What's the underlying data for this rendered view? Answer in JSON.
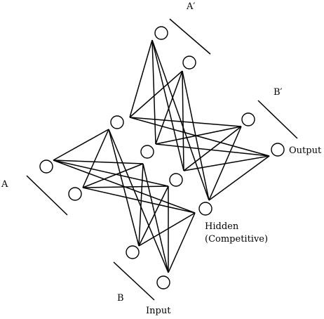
{
  "labels": {
    "a": "A",
    "a_prime": "A′",
    "b": "B",
    "b_prime": "B′",
    "output": "Output",
    "hidden_line1": "Hidden",
    "hidden_line2": "(Competitive)",
    "input": "Input"
  },
  "colors": {
    "stroke": "#000000",
    "background": "#ffffff"
  }
}
